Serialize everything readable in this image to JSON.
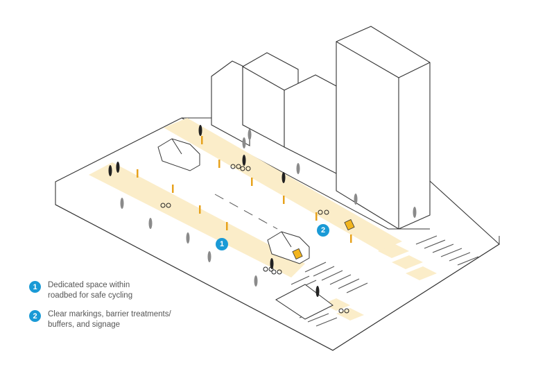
{
  "legend": [
    {
      "number": "1",
      "text": "Dedicated space within roadbed for safe cycling"
    },
    {
      "number": "2",
      "text": "Clear markings, barrier treatments/ buffers, and signage"
    }
  ],
  "markers": [
    {
      "number": "1"
    },
    {
      "number": "2"
    }
  ],
  "colors": {
    "bike_lane": "#fbedc9",
    "badge": "#1a9ad6",
    "bollard": "#e7a21c",
    "sign": "#f2b51f",
    "line": "#333333"
  }
}
